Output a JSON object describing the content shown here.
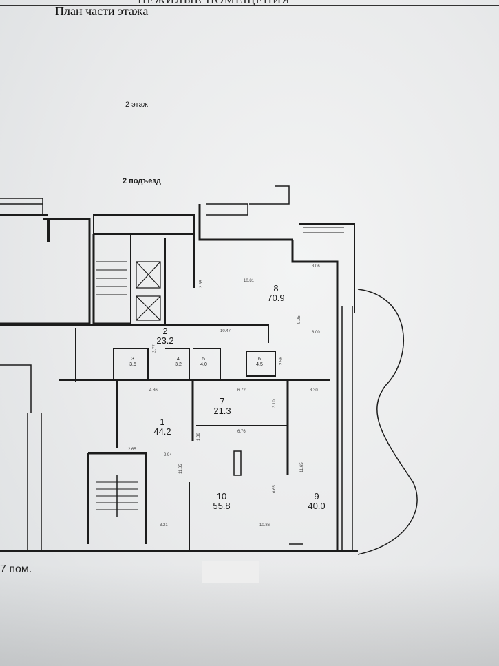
{
  "header": {
    "cut_title": "НЕЖИЛЫЕ ПОМЕЩЕНИЯ",
    "title": "План части этажа"
  },
  "labels": {
    "floor": "2 этаж",
    "entrance": "2 подъезд",
    "footer": "7 пом."
  },
  "rooms": [
    {
      "number": "1",
      "area": "44.2"
    },
    {
      "number": "2",
      "area": "23.2"
    },
    {
      "number": "3",
      "area": "3.5"
    },
    {
      "number": "4",
      "area": "3.2"
    },
    {
      "number": "5",
      "area": "4.0"
    },
    {
      "number": "6",
      "area": "4.5"
    },
    {
      "number": "7",
      "area": "21.3"
    },
    {
      "number": "8",
      "area": "70.9"
    },
    {
      "number": "9",
      "area": "40.0"
    },
    {
      "number": "10",
      "area": "55.8"
    }
  ],
  "dimensions": {
    "d1": "10.81",
    "d2": "3.06",
    "d3": "9.95",
    "d4": "8.00",
    "d5": "2.35",
    "d6": "10.47",
    "d7": "3.77",
    "d8": "2.56",
    "d9": "6.72",
    "d10": "3.30",
    "d11": "4.86",
    "d12": "3.10",
    "d13": "6.76",
    "d14": "2.65",
    "d15": "2.94",
    "d16": "11.85",
    "d17": "11.65",
    "d18": "6.65",
    "d19": "3.21",
    "d20": "10.86",
    "d21": "1.36"
  },
  "colors": {
    "wall": "#1c1c1c",
    "paper": "#eceded"
  }
}
